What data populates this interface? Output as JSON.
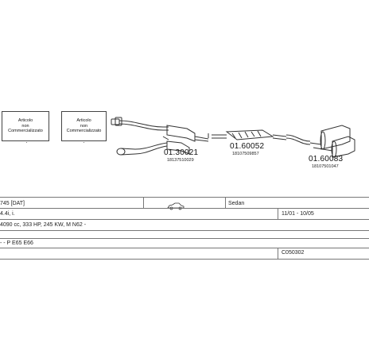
{
  "parts": {
    "not_commercialized_box_1": "Articolo\nnon\nCommercializzato",
    "not_commercialized_box_2": "Articolo\nnon\nCommercializzato",
    "front_section": {
      "part_number": "01.30021",
      "ref": "18137510029"
    },
    "middle_section": {
      "part_number": "01.60052",
      "ref": "18107509857"
    },
    "rear_section": {
      "part_number": "01.60083",
      "ref": "18107501047"
    },
    "bullet": "·"
  },
  "info": {
    "model": "745 [DAT]",
    "body": "Sedan",
    "engine": "4.4i, i.",
    "dates": "11/01 - 10/05",
    "spec": "4090 cc, 333 HP, 245 KW, M N62 -",
    "chassis": "- - P E65 E66",
    "code": "C050302"
  }
}
